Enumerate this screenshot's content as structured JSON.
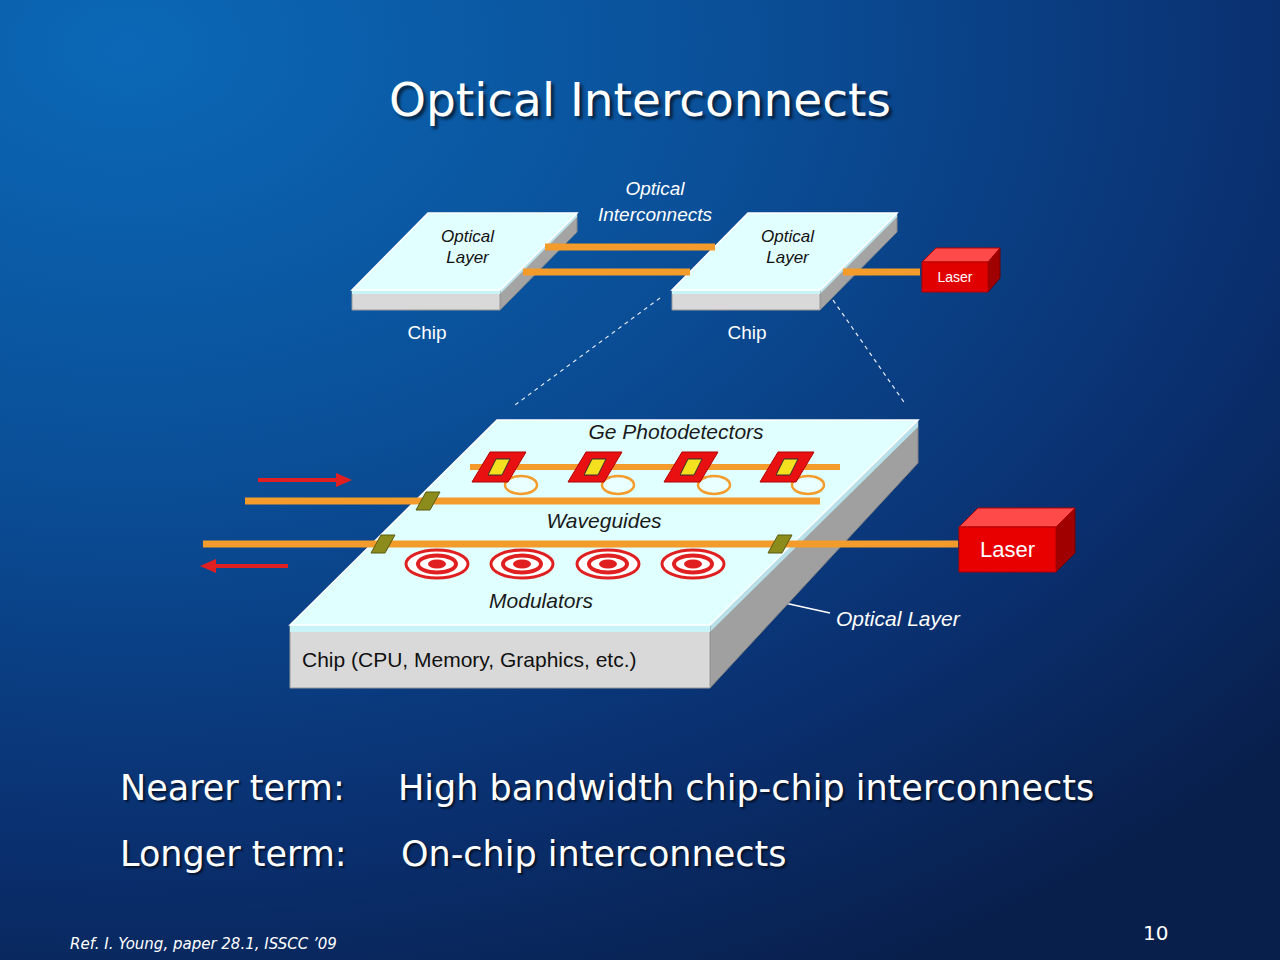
{
  "diagram": {
    "title": "Optical Interconnects",
    "nodes": [
      {
        "text": [
          "Optical Layer",
          "Chip"
        ]
      },
      {
        "text": [
          "Optical Layer",
          "Chip"
        ]
      },
      {
        "text": [
          "Laser"
        ]
      },
      {
        "text": [
          "Chip (CPU, Memory, Graphics, etc.)"
        ]
      },
      {
        "text": [
          "Laser"
        ]
      }
    ],
    "edges": [
      {
        "from": 0,
        "to": 1,
        "arrow": "none",
        "label": "Optical Interconnects"
      },
      {
        "from": 1,
        "to": 2,
        "arrow": "none"
      },
      {
        "from": 3,
        "to": 4,
        "arrow": "none"
      }
    ],
    "labels": [
      "Ge Photodetectors",
      "Waveguides",
      "Modulators",
      "Optical Layer",
      "Nearer term:",
      "High bandwidth chip-chip interconnects",
      "Longer term:",
      "On-chip interconnects",
      "Ref. I. Young, paper 28.1, ISSCC ’09",
      "10"
    ]
  }
}
